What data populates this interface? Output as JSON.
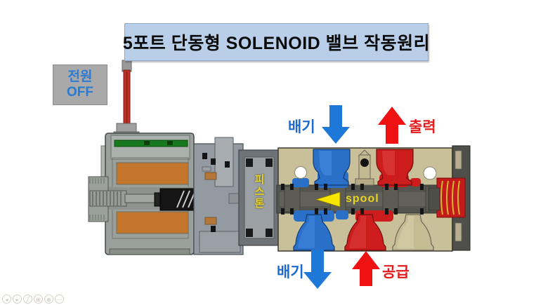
{
  "title": "5포트 단동형 SOLENOID 밸브 작동원리",
  "power_status": {
    "line1": "전원",
    "line2": "OFF"
  },
  "port_labels": {
    "top_exhaust": "배기",
    "top_output": "출력",
    "bottom_exhaust": "배기",
    "bottom_supply": "공급"
  },
  "component_labels": {
    "piston": "피스톤",
    "spool": "spool"
  },
  "colors": {
    "banner_bg": "#b9cee9",
    "power_box_bg": "#a9a9a9",
    "power_text": "#2b7bd3",
    "exhaust_blue": "#1e78d8",
    "pressure_red": "#e81717",
    "arrow_yellow": "#f7e400",
    "valve_body_tan": "#c9c09a",
    "spool_channel_gray": "#55554f",
    "coil_orange": "#c3752b",
    "pcb_green": "#17791d",
    "cable_red": "#c03028"
  },
  "playback_controls": {
    "items": [
      {
        "name": "previous-slide",
        "glyph": "◂"
      },
      {
        "name": "next-slide",
        "glyph": "▸"
      },
      {
        "name": "pen",
        "glyph": "╱"
      },
      {
        "name": "all-slides",
        "glyph": "⊞"
      },
      {
        "name": "zoom",
        "glyph": "⊕"
      },
      {
        "name": "more",
        "glyph": "⋯"
      }
    ]
  }
}
